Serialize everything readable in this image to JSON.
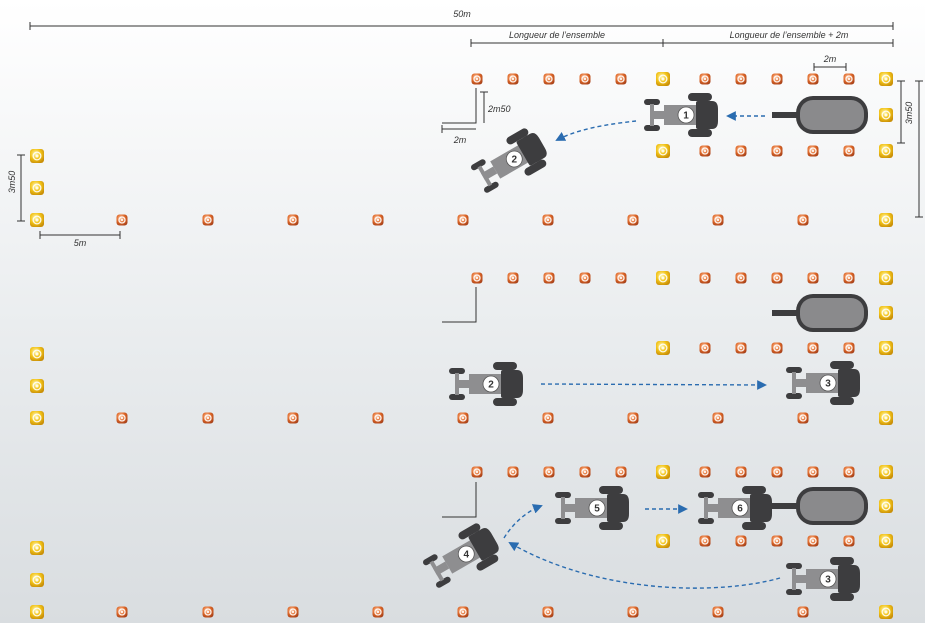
{
  "labels": {
    "total_length": "50m",
    "assembly_length": "Longueur de l’ensemble",
    "assembly_length_plus": "Longueur de l’ensemble + 2m",
    "gap_2m_top": "2m",
    "lane_3m50_right": "3m50",
    "lane_3m50_left": "3m50",
    "gap_2m50": "2m50",
    "gap_2m_left": "2m",
    "gap_5m": "5m"
  },
  "scenes": [
    {
      "name": "step-1",
      "tractors": [
        "1",
        "2"
      ]
    },
    {
      "name": "step-2",
      "tractors": [
        "2",
        "3"
      ]
    },
    {
      "name": "step-3",
      "tractors": [
        "4",
        "5",
        "6",
        "3"
      ]
    }
  ],
  "colors": {
    "cone_orange": "#e06a2a",
    "cone_yellow": "#f2c318",
    "arrow_blue": "#2a6cb0",
    "tractor_dark": "#3d3d3f",
    "tractor_grey": "#8e8e90",
    "trailer_body": "#8a8a8c"
  }
}
